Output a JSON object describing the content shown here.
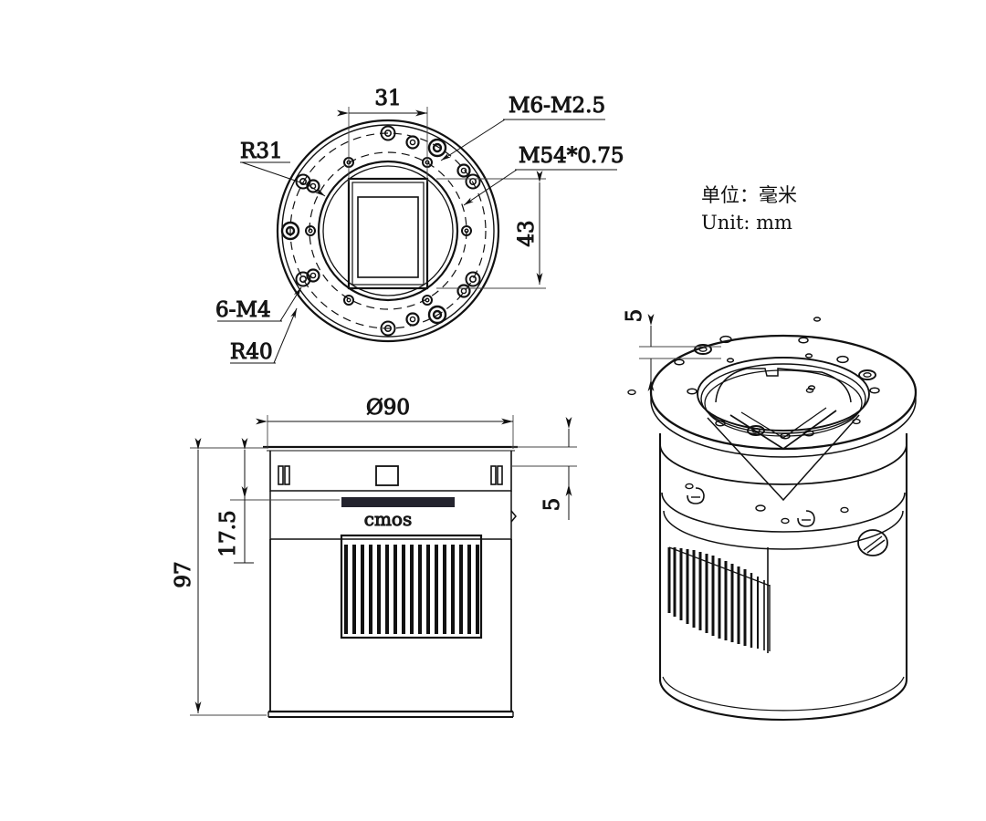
{
  "document": {
    "type": "engineering-drawing",
    "title": "CMOS camera body mechanical drawing",
    "background_color": "#ffffff",
    "line_color": "#111111"
  },
  "notes": {
    "unit_cn": "单位：毫米",
    "unit_en": "Unit: mm"
  },
  "top_view": {
    "name": "front-flange-top-view",
    "labels": {
      "width_31": "31",
      "height_43": "43",
      "radius_31": "R31",
      "radius_40": "R40",
      "thread_m6_m25": "M6-M2.5",
      "thread_m54": "M54*0.75",
      "holes_6_m4": "6-M4"
    }
  },
  "front_view": {
    "name": "side-section-view",
    "labels": {
      "diameter_90": "Ø90",
      "height_97": "97",
      "height_17_5": "17.5",
      "height_5": "5",
      "sensor_label": "cmos"
    }
  },
  "iso_view": {
    "name": "isometric-3d-view",
    "labels": {
      "height_5": "5"
    }
  }
}
